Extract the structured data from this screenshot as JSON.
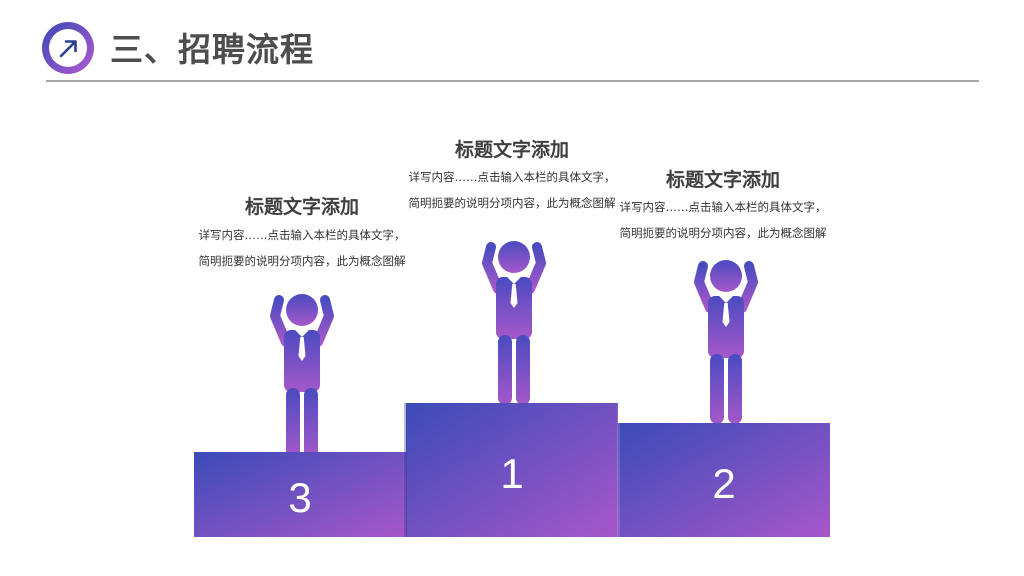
{
  "header": {
    "title": "三、招聘流程",
    "logo_icon": "arrow-up-right-icon",
    "accent_color": "#6a3fc1"
  },
  "podium": {
    "gradient_start": "#3b4bb8",
    "gradient_end": "#a757c9",
    "steps": [
      {
        "rank": "3",
        "heading": "标题文字添加",
        "description": "详写内容……点击输入本栏的具体文字，简明扼要的说明分项内容，此为概念图解"
      },
      {
        "rank": "1",
        "heading": "标题文字添加",
        "description": "详写内容……点击输入本栏的具体文字，简明扼要的说明分项内容，此为概念图解"
      },
      {
        "rank": "2",
        "heading": "标题文字添加",
        "description": "详写内容……点击输入本栏的具体文字，简明扼要的说明分项内容，此为概念图解"
      }
    ]
  }
}
